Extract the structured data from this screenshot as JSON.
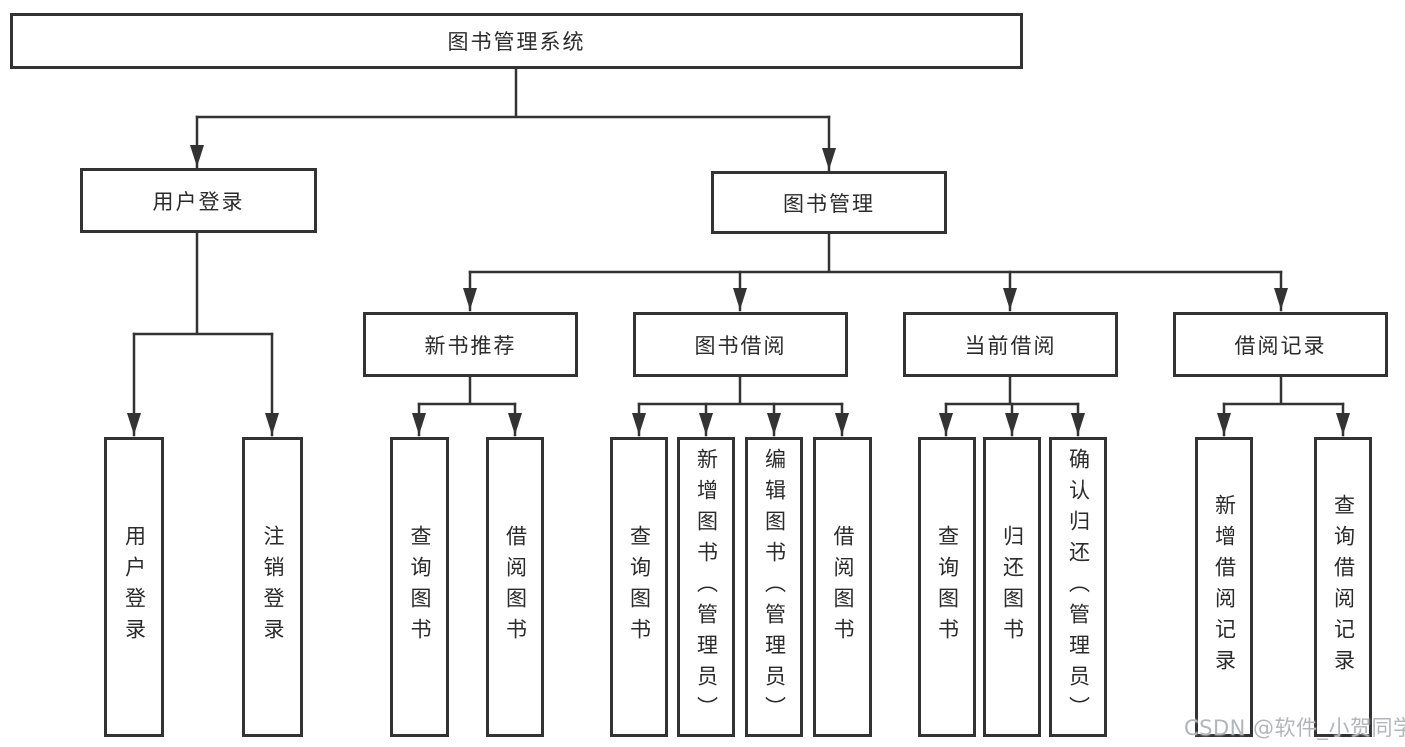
{
  "diagram": {
    "root": {
      "label": "图书管理系统"
    },
    "branches": [
      {
        "label": "用户登录",
        "children": [
          {
            "label": "用户登录"
          },
          {
            "label": "注销登录"
          }
        ]
      },
      {
        "label": "图书管理",
        "children": [
          {
            "label": "新书推荐",
            "children": [
              {
                "label": "查询图书"
              },
              {
                "label": "借阅图书"
              }
            ]
          },
          {
            "label": "图书借阅",
            "children": [
              {
                "label": "查询图书"
              },
              {
                "label": "新增图书（管理员）"
              },
              {
                "label": "编辑图书（管理员）"
              },
              {
                "label": "借阅图书"
              }
            ]
          },
          {
            "label": "当前借阅",
            "children": [
              {
                "label": "查询图书"
              },
              {
                "label": "归还图书"
              },
              {
                "label": "确认归还（管理员）"
              }
            ]
          },
          {
            "label": "借阅记录",
            "children": [
              {
                "label": "新增借阅记录"
              },
              {
                "label": "查询借阅记录"
              }
            ]
          }
        ]
      }
    ]
  },
  "watermark": {
    "text": "CSDN @软件_小贺同学"
  },
  "colors": {
    "line": "#333333",
    "text": "#2b2b2b",
    "background": "#ffffff",
    "watermark": "#b1b6ba"
  }
}
